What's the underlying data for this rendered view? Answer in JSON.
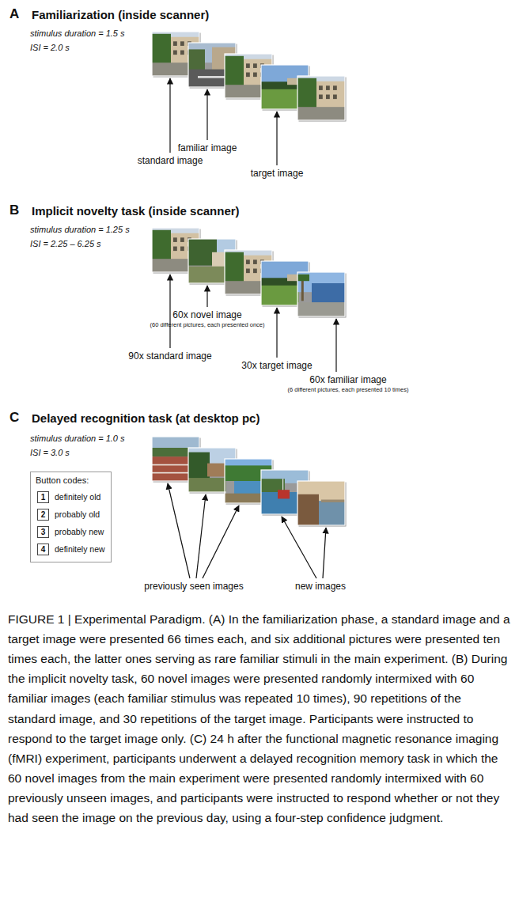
{
  "diagram": {
    "caption": "FIGURE 1 | Experimental Paradigm. (A) In the familiarization phase, a standard image and a target image were presented 66 times each, and six additional pictures were presented ten times each, the latter ones serving as rare familiar stimuli in the main experiment. (B) During the implicit novelty task, 60 novel images were presented randomly intermixed with 60 familiar images (each familiar stimulus was repeated 10 times), 90 repetitions of the standard image, and 30 repetitions of the target image. Participants were instructed to respond to the target image only. (C) 24 h after the functional magnetic resonance imaging (fMRI) experiment, participants underwent a delayed recognition memory task in which the 60 novel images from the main experiment were presented randomly intermixed with 60 previously unseen images, and participants were instructed to respond whether or not they had seen the image on the previous day, using a four-step confidence judgment.",
    "nodes": [
      {
        "text": [
          "Button codes:"
        ]
      },
      {
        "text": [
          "1"
        ],
        "in": 0
      },
      {
        "text": [
          "2"
        ],
        "in": 0
      },
      {
        "text": [
          "3"
        ],
        "in": 0
      },
      {
        "text": [
          "4"
        ],
        "in": 0
      }
    ],
    "labels": [
      "A",
      "Familiarization (inside scanner)",
      "stimulus duration = 1.5 s",
      "ISI = 2.0 s",
      "standard image",
      "familiar image",
      "target image",
      "B",
      "Implicit novelty task (inside scanner)",
      "stimulus duration = 1.25 s",
      "ISI = 2.25 – 6.25 s",
      "90x standard image",
      "60x novel image",
      "(60 different pictures, each presented once)",
      "30x target image",
      "60x familiar image",
      "(6 different pictures, each presented 10 times)",
      "C",
      "Delayed recognition task (at desktop pc)",
      "stimulus duration = 1.0 s",
      "ISI = 3.0 s",
      "definitely old",
      "probably old",
      "probably new",
      "definitely new",
      "previously seen images",
      "new images"
    ]
  }
}
